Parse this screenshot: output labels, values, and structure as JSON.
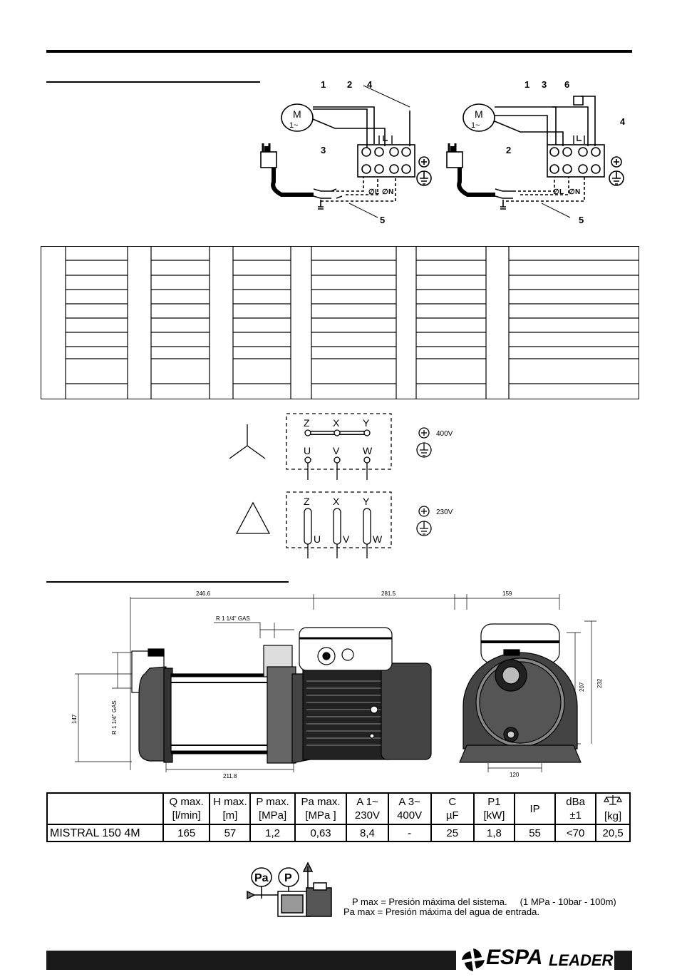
{
  "wiring_single_phase_left": {
    "labels": [
      "1",
      "2",
      "3",
      "4",
      "5"
    ],
    "motor": "M",
    "motor_sub": "1~",
    "terminals": [
      "L",
      "N"
    ]
  },
  "wiring_single_phase_right": {
    "labels": [
      "1",
      "2",
      "3",
      "4",
      "5",
      "6"
    ],
    "motor": "M",
    "motor_sub": "1~",
    "terminals": [
      "L",
      "N"
    ]
  },
  "star_connection": {
    "top": [
      "Z",
      "X",
      "Y"
    ],
    "bottom": [
      "U",
      "V",
      "W"
    ],
    "voltage": "400V"
  },
  "delta_connection": {
    "top": [
      "Z",
      "X",
      "Y"
    ],
    "bottom": [
      "U",
      "V",
      "W"
    ],
    "voltage": "230V"
  },
  "dimensions": {
    "d1": "246.6",
    "d2": "281.5",
    "d3": "159",
    "thread_top": "R 1 1/4\" GAS",
    "thread_side": "R 1 1/4\" GAS",
    "d4": "147",
    "d5": "211.8",
    "d6": "207",
    "d7": "232",
    "d8": "120"
  },
  "spec_table": {
    "headers": [
      [
        "Q max.",
        "[l/min]"
      ],
      [
        "H max.",
        "[m]"
      ],
      [
        "P max.",
        "[MPa]"
      ],
      [
        "Pa max.",
        "[MPa ]"
      ],
      [
        "A  1~",
        "230V"
      ],
      [
        "A  3~",
        "400V"
      ],
      [
        "C",
        "µF"
      ],
      [
        "P1",
        "[kW]"
      ],
      [
        "IP",
        ""
      ],
      [
        "dBa",
        "±1"
      ],
      [
        "",
        "[kg]"
      ]
    ],
    "row": {
      "model": "MISTRAL 150 4M",
      "values": [
        "165",
        "57",
        "1,2",
        "0,63",
        "8,4",
        "-",
        "25",
        "1,8",
        "55",
        "<70",
        "20,5"
      ]
    }
  },
  "pressure_note": {
    "pa": "Pa",
    "p": "P",
    "line1": "P max = Presión máxima del sistema.",
    "line1_extra": "(1 MPa - 10bar - 100m)",
    "line2": "Pa max = Presión máxima del agua de entrada."
  },
  "brand": {
    "espa": "ESPA",
    "leader": "LEADER"
  }
}
